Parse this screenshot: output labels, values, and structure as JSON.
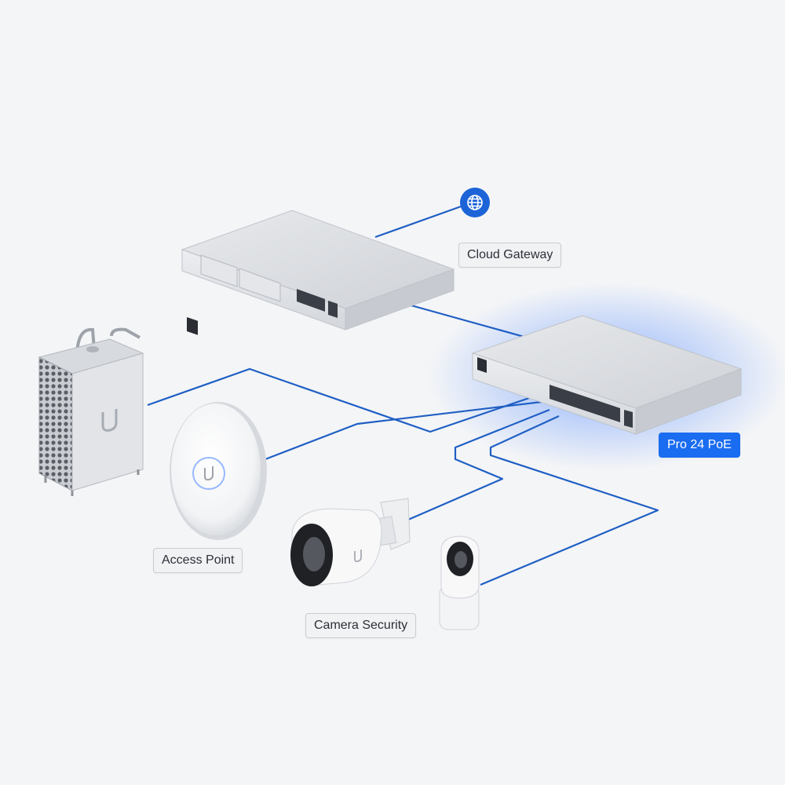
{
  "labels": {
    "cloud_gateway": "Cloud Gateway",
    "pro_24_poe": "Pro 24 PoE",
    "access_point": "Access Point",
    "camera_security": "Camera Security"
  },
  "colors": {
    "background": "#f4f5f7",
    "cable": "#1f5fc4",
    "accent": "#1a6cf0",
    "device_silver": "#d9dce1",
    "device_white": "#f7f7f8"
  },
  "icons": {
    "internet": "globe-icon",
    "brand": "ubiquiti-u-logo"
  }
}
